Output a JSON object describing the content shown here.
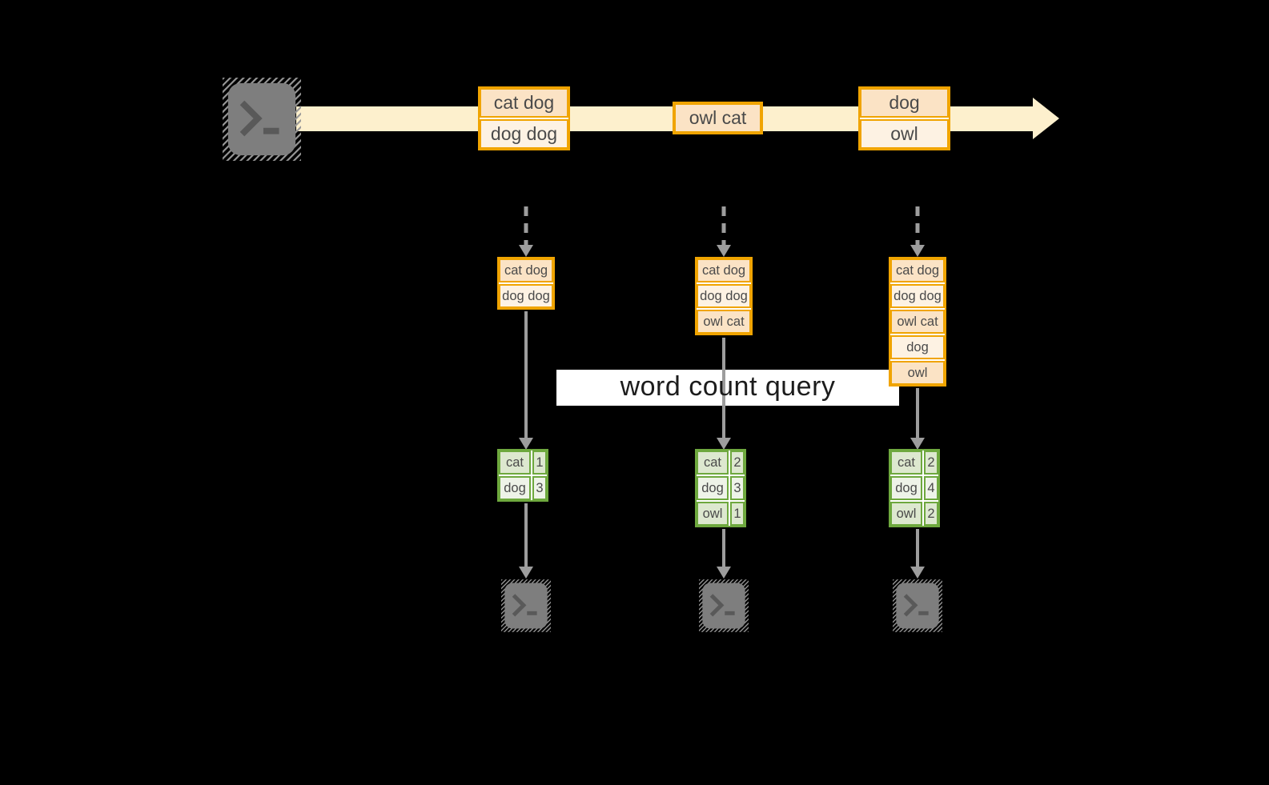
{
  "query": {
    "label": "word count query"
  },
  "colors": {
    "box_border": "#f0a400",
    "record_dark": "#fbe3c5",
    "record_light": "#fdf2e3",
    "stream_arrow": "#fdf0cd",
    "table_border": "#6ea83e",
    "table_cell_dark": "#dde8cf",
    "table_cell_light": "#eef3e8",
    "flow_arrow": "#9d9d9d"
  },
  "icons": {
    "source": "terminal-icon",
    "sink": "terminal-icon"
  },
  "stream": {
    "batches": [
      {
        "records": [
          "cat dog",
          "dog dog"
        ]
      },
      {
        "records": [
          "owl cat"
        ]
      },
      {
        "records": [
          "dog",
          "owl"
        ]
      }
    ]
  },
  "micro_batches": [
    {
      "state_records": [
        "cat dog",
        "dog dog"
      ],
      "result": {
        "rows": [
          {
            "word": "cat",
            "count": "1"
          },
          {
            "word": "dog",
            "count": "3"
          }
        ]
      }
    },
    {
      "state_records": [
        "cat dog",
        "dog dog",
        "owl cat"
      ],
      "result": {
        "rows": [
          {
            "word": "cat",
            "count": "2"
          },
          {
            "word": "dog",
            "count": "3"
          },
          {
            "word": "owl",
            "count": "1"
          }
        ]
      }
    },
    {
      "state_records": [
        "cat dog",
        "dog dog",
        "owl cat",
        "dog",
        "owl"
      ],
      "result": {
        "rows": [
          {
            "word": "cat",
            "count": "2"
          },
          {
            "word": "dog",
            "count": "4"
          },
          {
            "word": "owl",
            "count": "2"
          }
        ]
      }
    }
  ]
}
